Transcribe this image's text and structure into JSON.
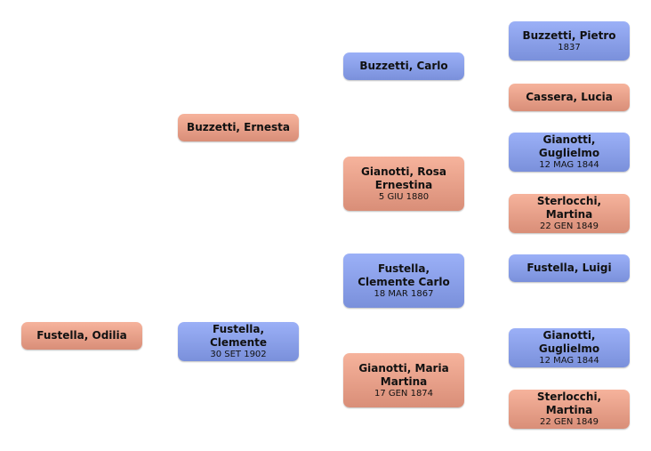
{
  "tree": {
    "root": {
      "name": "Fustella, Odilia",
      "date": "",
      "sex": "female"
    },
    "parents": [
      {
        "name": "Buzzetti, Ernesta",
        "date": "",
        "sex": "female"
      },
      {
        "name": "Fustella, Clemente",
        "date": "30 SET 1902",
        "sex": "male"
      }
    ],
    "grandparents": [
      {
        "name": "Buzzetti, Carlo",
        "date": "",
        "sex": "male"
      },
      {
        "name": "Gianotti, Rosa Ernestina",
        "date": "5 GIU 1880",
        "sex": "female"
      },
      {
        "name": "Fustella, Clemente Carlo",
        "date": "18 MAR 1867",
        "sex": "male"
      },
      {
        "name": "Gianotti, Maria Martina",
        "date": "17 GEN 1874",
        "sex": "female"
      }
    ],
    "great_grandparents": [
      {
        "name": "Buzzetti, Pietro",
        "date": "1837",
        "sex": "male"
      },
      {
        "name": "Cassera, Lucia",
        "date": "",
        "sex": "female"
      },
      {
        "name": "Gianotti, Guglielmo",
        "date": "12 MAG 1844",
        "sex": "male"
      },
      {
        "name": "Sterlocchi, Martina",
        "date": "22 GEN 1849",
        "sex": "female"
      },
      {
        "name": "Fustella, Luigi",
        "date": "",
        "sex": "male"
      },
      {
        "name": "Gianotti, Guglielmo",
        "date": "12 MAG 1844",
        "sex": "male"
      },
      {
        "name": "Sterlocchi, Martina",
        "date": "22 GEN 1849",
        "sex": "female"
      }
    ]
  }
}
